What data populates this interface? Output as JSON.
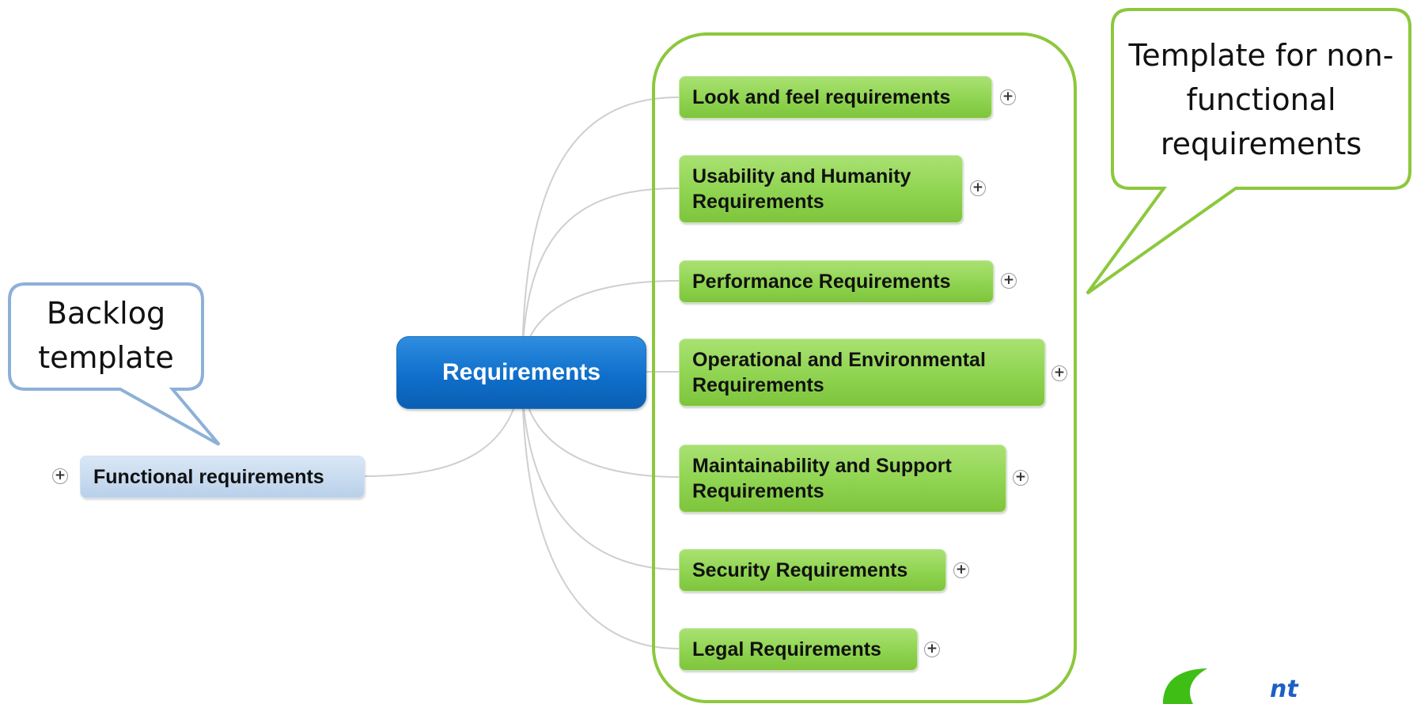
{
  "root": {
    "label": "Requirements"
  },
  "functional_branch": {
    "label": "Functional requirements",
    "expand_symbol": "+"
  },
  "non_functional_branches": [
    {
      "label": "Look and feel requirements",
      "expand_symbol": "+"
    },
    {
      "label": "Usability and Humanity Requirements",
      "expand_symbol": "+"
    },
    {
      "label": "Performance Requirements",
      "expand_symbol": "+"
    },
    {
      "label": "Operational and Environmental Requirements",
      "expand_symbol": "+"
    },
    {
      "label": "Maintainability and Support Requirements",
      "expand_symbol": "+"
    },
    {
      "label": "Security Requirements",
      "expand_symbol": "+"
    },
    {
      "label": "Legal Requirements",
      "expand_symbol": "+"
    }
  ],
  "callouts": {
    "backlog": {
      "text": "Backlog template"
    },
    "non_functional": {
      "text": "Template for non-functional requirements"
    }
  },
  "logo": {
    "partial_text": "nt"
  },
  "colors": {
    "root_blue": "#0f6fcb",
    "branch_green": "#8fd450",
    "functional_blue": "#b9d0ea",
    "group_outline_green": "#8cc83c",
    "backlog_callout_outline": "#8db0d8",
    "logo_green": "#3fbf16"
  }
}
